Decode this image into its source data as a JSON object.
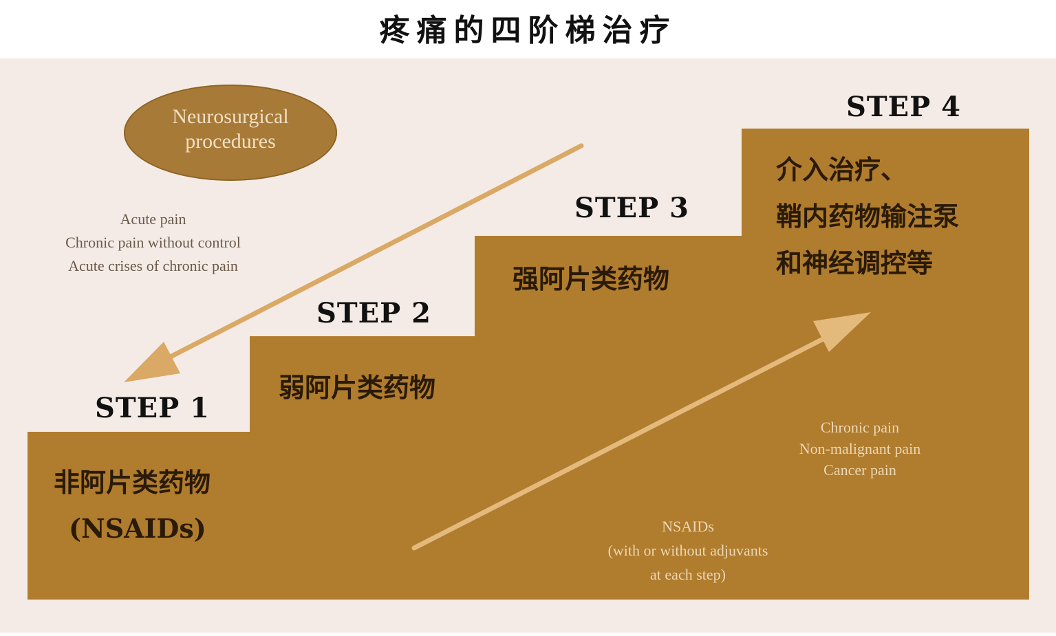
{
  "title": "疼痛的四阶梯治疗",
  "colors": {
    "background": "#f5ebe6",
    "step_fill": "#b07c2d",
    "arrow_on_light": "#d9a965",
    "arrow_on_step": "#e3b97c",
    "ellipse_fill": "#a87a38"
  },
  "neurosurgical": {
    "line1": "Neurosurgical",
    "line2": "procedures"
  },
  "descent_indications": [
    "Acute pain",
    "Chronic pain without control",
    "Acute crises of chronic pain"
  ],
  "ascent_indications": [
    "Chronic pain",
    "Non-malignant pain",
    "Cancer pain"
  ],
  "nsaids_note": [
    "NSAIDs",
    "(with or without adjuvants",
    "at each step)"
  ],
  "steps": [
    {
      "label": "STEP  1",
      "lines": [
        "非阿片类药物",
        "(NSAIDs)"
      ]
    },
    {
      "label": "STEP  2",
      "lines": [
        "弱阿片类药物"
      ]
    },
    {
      "label": "STEP  3",
      "lines": [
        "强阿片类药物"
      ]
    },
    {
      "label": "STEP  4",
      "lines": [
        "介入治疗、",
        "鞘内药物输注泵",
        "和神经调控等"
      ]
    }
  ]
}
